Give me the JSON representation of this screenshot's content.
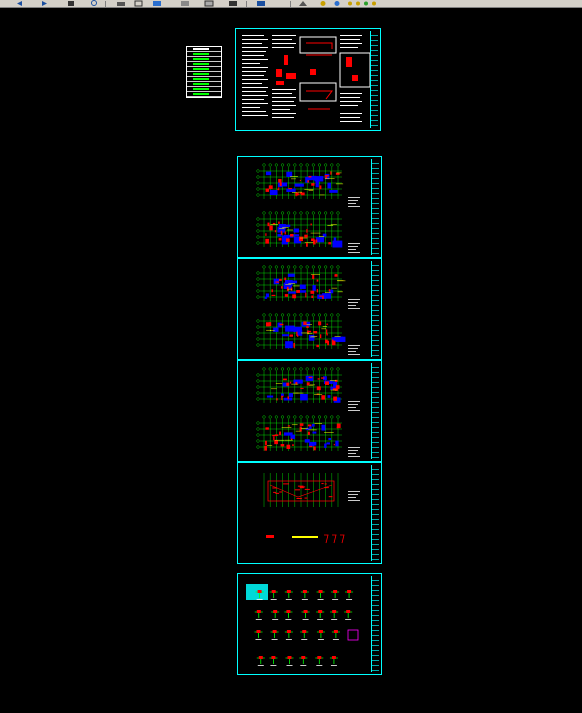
{
  "app": {
    "toolbar_icons": [
      "back-icon",
      "forward-icon",
      "pan-icon",
      "zoom-icon",
      "print-icon",
      "copy-icon",
      "layer-icon",
      "properties-icon",
      "table-icon",
      "save-icon",
      "view-icon",
      "snap-icon",
      "settings-icon",
      "help-icon"
    ]
  },
  "colors": {
    "background": "#000000",
    "sheet_border": "#00ffff",
    "grid_axis": "#00ff00",
    "column": "#ff0000",
    "beam": "#0000ff",
    "dimension": "#ffff00",
    "text": "#ffffff"
  },
  "sheets": [
    {
      "id": "notes",
      "kind": "general-notes"
    },
    {
      "id": "plan-1",
      "kind": "floor-plan"
    },
    {
      "id": "plan-2",
      "kind": "floor-plan"
    },
    {
      "id": "plan-3",
      "kind": "floor-plan"
    },
    {
      "id": "plan-4",
      "kind": "roof-plan"
    },
    {
      "id": "details",
      "kind": "details"
    }
  ]
}
